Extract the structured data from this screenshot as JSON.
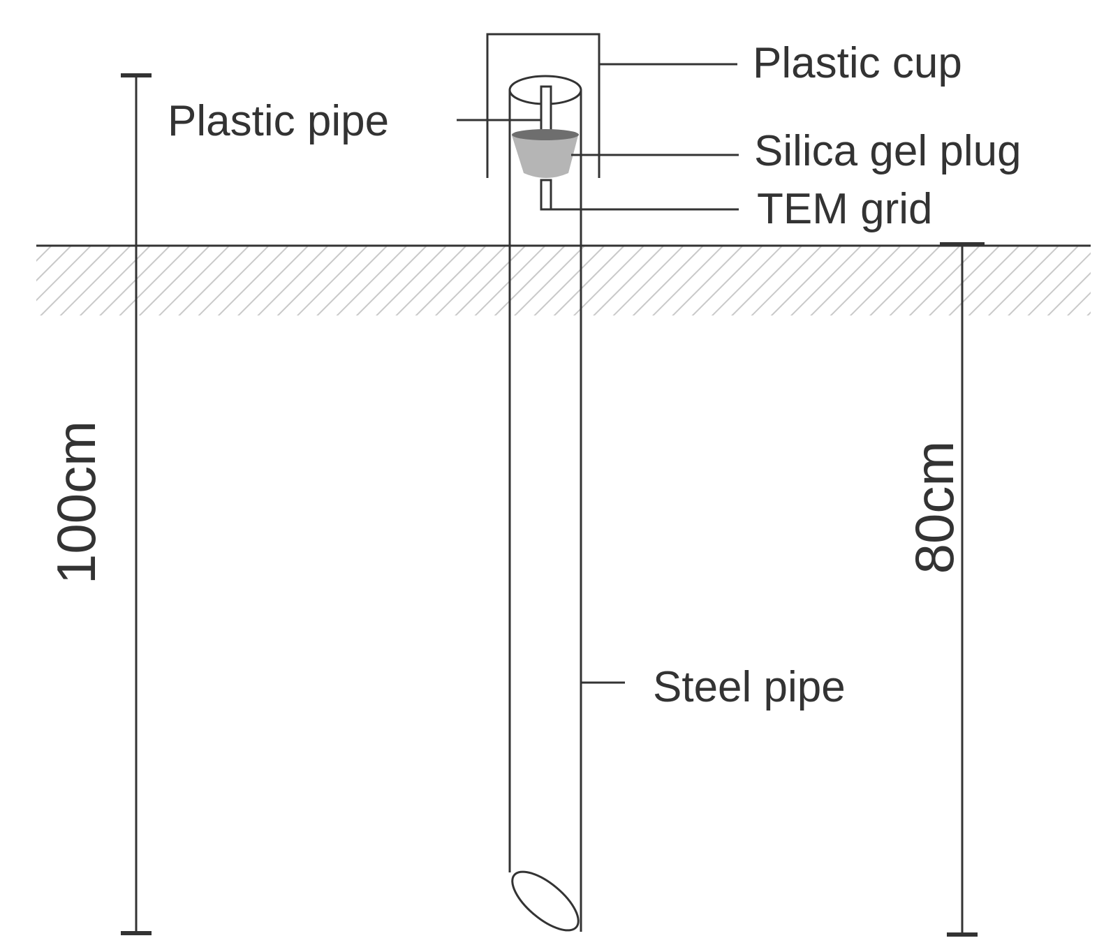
{
  "labels": {
    "plastic_cup": "Plastic cup",
    "plastic_pipe": "Plastic pipe",
    "silica_gel_plug": "Silica gel plug",
    "tem_grid": "TEM grid",
    "steel_pipe": "Steel pipe",
    "depth_total": "100cm",
    "depth_buried": "80cm"
  },
  "colors": {
    "ink": "#333333",
    "plug_fill": "#b5b5b5",
    "plug_top": "#6e6e6e",
    "soil_hatch": "#c9c9c9"
  }
}
